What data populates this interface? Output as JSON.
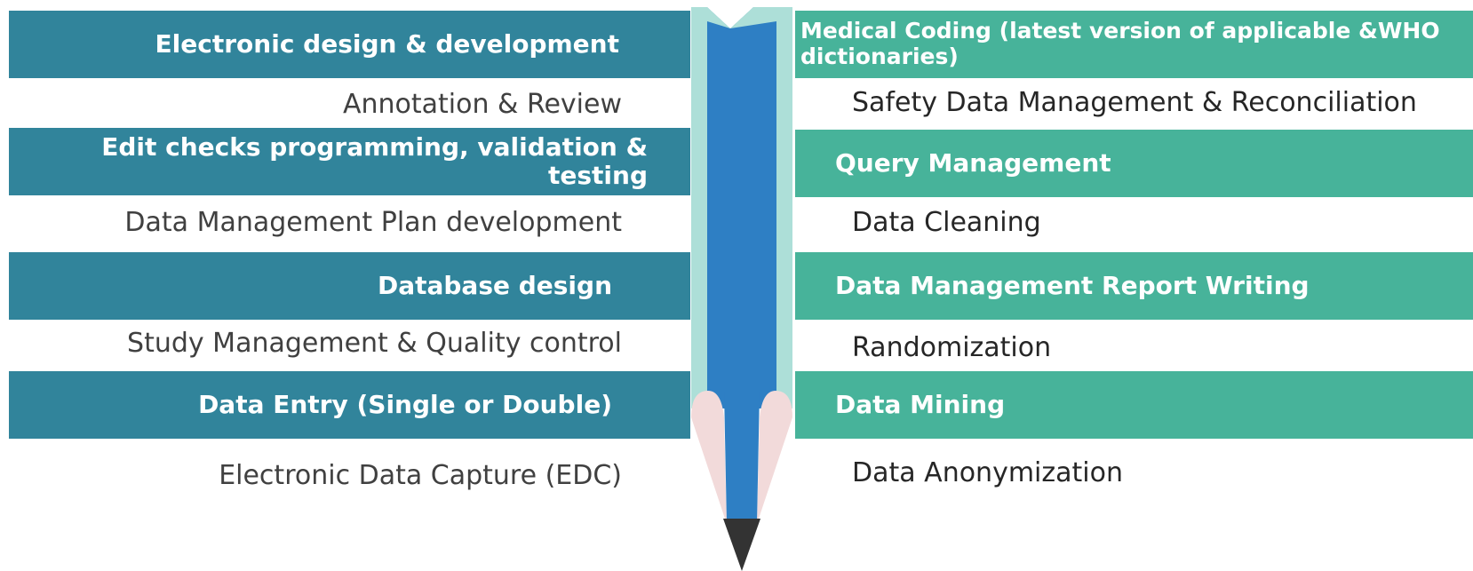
{
  "colors": {
    "left_band": "#31849b",
    "right_band": "#47b39a",
    "pencil_light": "#addfd8",
    "pencil_core": "#2e7fc4",
    "pencil_wood": "#f2dada",
    "pencil_lead": "#333333"
  },
  "left": {
    "bands": [
      "Electronic design & development",
      "Edit checks programming, validation & testing",
      "Database design",
      "Data Entry (Single or Double)"
    ],
    "items": [
      "Annotation & Review",
      "Data Management Plan development",
      "Study Management & Quality control",
      "Electronic Data Capture (EDC)"
    ]
  },
  "right": {
    "bands": [
      "Medical Coding (latest version of applicable &WHO dictionaries)",
      "Query Management",
      "Data Management Report Writing",
      "Data Mining"
    ],
    "items": [
      "Safety Data Management & Reconciliation",
      "Data Cleaning",
      "Randomization",
      "Data Anonymization"
    ]
  },
  "pencil": {
    "icon": "pencil-icon"
  }
}
